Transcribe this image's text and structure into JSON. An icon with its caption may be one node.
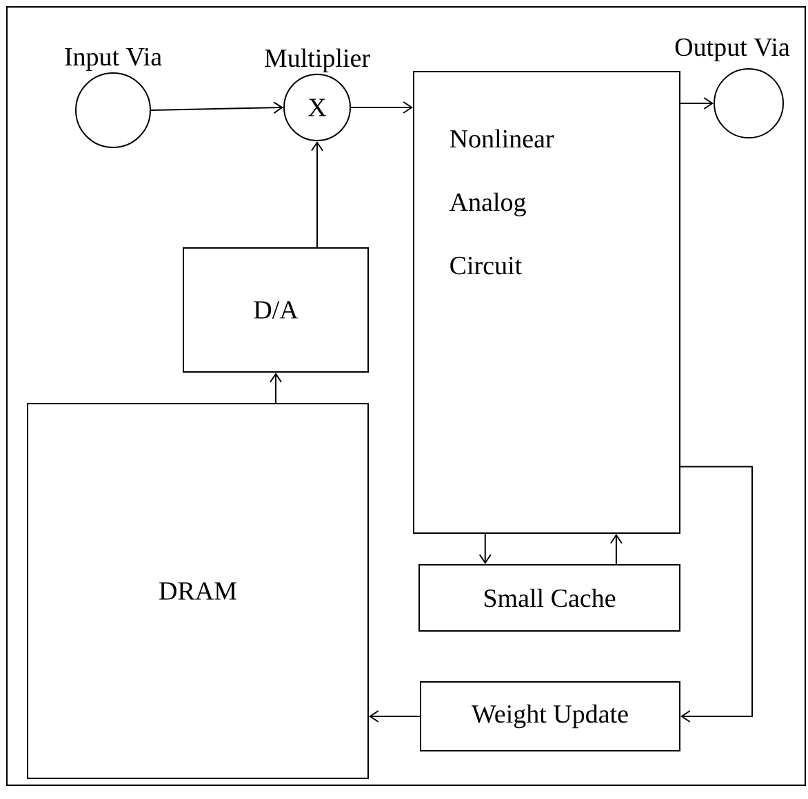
{
  "diagram": {
    "nodes": [
      {
        "text": [
          "Input Via"
        ]
      },
      {
        "text": [
          "Multiplier",
          "X"
        ]
      },
      {
        "text": [
          "Output Via"
        ]
      },
      {
        "text": [
          "Nonlinear Analog Circuit"
        ]
      },
      {
        "text": [
          "D/A"
        ]
      },
      {
        "text": [
          "DRAM"
        ]
      },
      {
        "text": [
          "Small Cache"
        ]
      },
      {
        "text": [
          "Weight Update"
        ]
      }
    ],
    "edges": [
      {
        "from": 0,
        "to": 1,
        "arrow": "to"
      },
      {
        "from": 1,
        "to": 3,
        "arrow": "to"
      },
      {
        "from": 3,
        "to": 2,
        "arrow": "to"
      },
      {
        "from": 4,
        "to": 1,
        "arrow": "to"
      },
      {
        "from": 5,
        "to": 4,
        "arrow": "to"
      },
      {
        "from": 3,
        "to": 6,
        "arrow": "to"
      },
      {
        "from": 6,
        "to": 3,
        "arrow": "to"
      },
      {
        "from": 3,
        "to": 7,
        "arrow": "to"
      },
      {
        "from": 7,
        "to": 5,
        "arrow": "to"
      }
    ]
  }
}
